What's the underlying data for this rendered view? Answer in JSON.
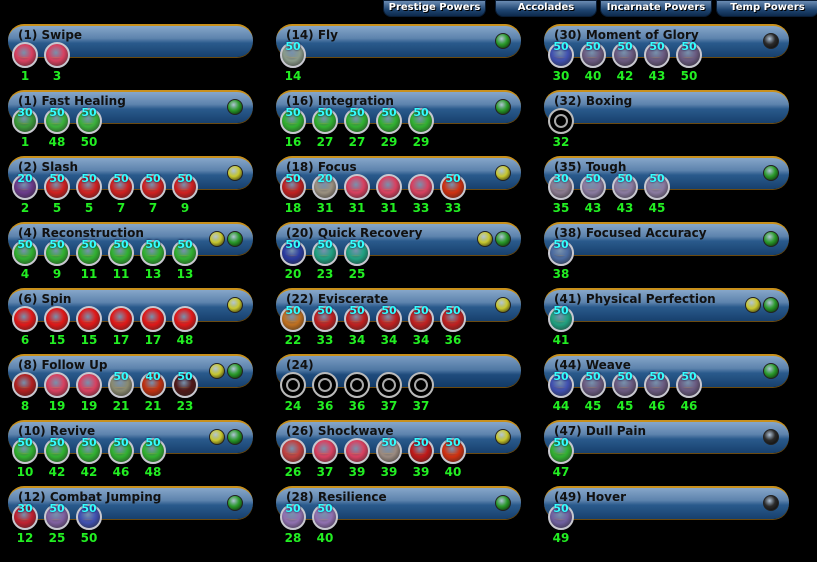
{
  "tabs": [
    "Prestige Powers",
    "Accolades",
    "Incarnate Powers",
    "Temp Powers"
  ],
  "dot_colors": {
    "yellow": "#c8c830",
    "green": "#2a9a2a",
    "black": "#2a2a2a"
  },
  "columns": [
    {
      "powers": [
        {
          "title": "(1) Swipe",
          "dots": [],
          "enh": [
            {
              "slot": "1",
              "color": "#d84060"
            },
            {
              "slot": "3",
              "color": "#d84060"
            }
          ]
        },
        {
          "title": "(1) Fast Healing",
          "dots": [
            "green"
          ],
          "enh": [
            {
              "lvl": "30",
              "slot": "1",
              "color": "#3a9a3a"
            },
            {
              "lvl": "50",
              "slot": "48",
              "color": "#3ab03a"
            },
            {
              "lvl": "50",
              "slot": "50",
              "color": "#3ab03a"
            }
          ]
        },
        {
          "title": "(2) Slash",
          "dots": [
            "yellow"
          ],
          "enh": [
            {
              "lvl": "20",
              "slot": "2",
              "color": "#6a3a8a"
            },
            {
              "lvl": "50",
              "slot": "5",
              "color": "#d02020"
            },
            {
              "lvl": "50",
              "slot": "5",
              "color": "#d02020"
            },
            {
              "lvl": "50",
              "slot": "7",
              "color": "#d02020"
            },
            {
              "lvl": "50",
              "slot": "7",
              "color": "#d02020"
            },
            {
              "lvl": "50",
              "slot": "9",
              "color": "#d02020"
            }
          ]
        },
        {
          "title": "(4) Reconstruction",
          "dots": [
            "yellow",
            "green"
          ],
          "enh": [
            {
              "lvl": "50",
              "slot": "4",
              "color": "#30b030"
            },
            {
              "lvl": "50",
              "slot": "9",
              "color": "#30b030"
            },
            {
              "lvl": "50",
              "slot": "11",
              "color": "#30b030"
            },
            {
              "lvl": "50",
              "slot": "11",
              "color": "#30b030"
            },
            {
              "lvl": "50",
              "slot": "13",
              "color": "#30b030"
            },
            {
              "lvl": "50",
              "slot": "13",
              "color": "#30b030"
            }
          ]
        },
        {
          "title": "(6) Spin",
          "dots": [
            "yellow"
          ],
          "enh": [
            {
              "slot": "6",
              "color": "#e01818"
            },
            {
              "slot": "15",
              "color": "#e01818"
            },
            {
              "slot": "15",
              "color": "#e01818"
            },
            {
              "slot": "17",
              "color": "#e01818"
            },
            {
              "slot": "17",
              "color": "#e01818"
            },
            {
              "slot": "48",
              "color": "#e01818"
            }
          ]
        },
        {
          "title": "(8) Follow Up",
          "dots": [
            "yellow",
            "green"
          ],
          "enh": [
            {
              "slot": "8",
              "color": "#b02020"
            },
            {
              "slot": "19",
              "color": "#d84060"
            },
            {
              "slot": "19",
              "color": "#d84060"
            },
            {
              "lvl": "50",
              "slot": "21",
              "color": "#8a8a70"
            },
            {
              "lvl": "40",
              "slot": "21",
              "color": "#c03010"
            },
            {
              "lvl": "50",
              "slot": "23",
              "color": "#501818"
            }
          ]
        },
        {
          "title": "(10) Revive",
          "dots": [
            "yellow",
            "green"
          ],
          "enh": [
            {
              "lvl": "50",
              "slot": "10",
              "color": "#30b030"
            },
            {
              "lvl": "50",
              "slot": "42",
              "color": "#30b030"
            },
            {
              "lvl": "50",
              "slot": "42",
              "color": "#30b030"
            },
            {
              "lvl": "50",
              "slot": "46",
              "color": "#30b030"
            },
            {
              "lvl": "50",
              "slot": "48",
              "color": "#30b030"
            }
          ]
        },
        {
          "title": "(12) Combat Jumping",
          "dots": [
            "green"
          ],
          "enh": [
            {
              "lvl": "30",
              "slot": "12",
              "color": "#c02030"
            },
            {
              "lvl": "50",
              "slot": "25",
              "color": "#8060a0"
            },
            {
              "lvl": "50",
              "slot": "50",
              "color": "#4050b0"
            }
          ]
        }
      ]
    },
    {
      "powers": [
        {
          "title": "(14) Fly",
          "dots": [
            "green"
          ],
          "enh": [
            {
              "lvl": "50",
              "slot": "14",
              "color": "#8a9a8a"
            }
          ]
        },
        {
          "title": "(16) Integration",
          "dots": [
            "green"
          ],
          "enh": [
            {
              "lvl": "50",
              "slot": "16",
              "color": "#30b030"
            },
            {
              "lvl": "50",
              "slot": "27",
              "color": "#30b030"
            },
            {
              "lvl": "50",
              "slot": "27",
              "color": "#30b030"
            },
            {
              "lvl": "50",
              "slot": "29",
              "color": "#30b030"
            },
            {
              "lvl": "50",
              "slot": "29",
              "color": "#30b030"
            }
          ]
        },
        {
          "title": "(18) Focus",
          "dots": [
            "yellow"
          ],
          "enh": [
            {
              "lvl": "50",
              "slot": "18",
              "color": "#c02020"
            },
            {
              "lvl": "20",
              "slot": "31",
              "color": "#9a9080"
            },
            {
              "slot": "31",
              "color": "#d84060"
            },
            {
              "slot": "31",
              "color": "#d84060"
            },
            {
              "slot": "33",
              "color": "#d84060"
            },
            {
              "lvl": "50",
              "slot": "33",
              "color": "#d03010"
            }
          ]
        },
        {
          "title": "(20) Quick Recovery",
          "dots": [
            "yellow",
            "green"
          ],
          "enh": [
            {
              "lvl": "50",
              "slot": "20",
              "color": "#2a3aa0"
            },
            {
              "lvl": "50",
              "slot": "23",
              "color": "#20a080"
            },
            {
              "lvl": "50",
              "slot": "25",
              "color": "#20a080"
            }
          ]
        },
        {
          "title": "(22) Eviscerate",
          "dots": [
            "yellow"
          ],
          "enh": [
            {
              "lvl": "50",
              "slot": "22",
              "color": "#c07020"
            },
            {
              "lvl": "50",
              "slot": "33",
              "color": "#c02020"
            },
            {
              "lvl": "50",
              "slot": "34",
              "color": "#c02020"
            },
            {
              "lvl": "50",
              "slot": "34",
              "color": "#c02020"
            },
            {
              "lvl": "50",
              "slot": "34",
              "color": "#c02020"
            },
            {
              "lvl": "50",
              "slot": "36",
              "color": "#c02020"
            }
          ]
        },
        {
          "title": "(24)",
          "dots": [],
          "empty": true,
          "enh": [
            {
              "slot": "24",
              "empty": true
            },
            {
              "slot": "36",
              "empty": true
            },
            {
              "slot": "36",
              "empty": true
            },
            {
              "slot": "37",
              "empty": true
            },
            {
              "slot": "37",
              "empty": true
            }
          ]
        },
        {
          "title": "(26) Shockwave",
          "dots": [
            "yellow"
          ],
          "enh": [
            {
              "slot": "26",
              "color": "#c04040"
            },
            {
              "slot": "37",
              "color": "#d84060"
            },
            {
              "slot": "39",
              "color": "#d84060"
            },
            {
              "lvl": "50",
              "slot": "39",
              "color": "#9a8a80"
            },
            {
              "lvl": "50",
              "slot": "39",
              "color": "#c01818"
            },
            {
              "lvl": "50",
              "slot": "40",
              "color": "#d03010"
            }
          ]
        },
        {
          "title": "(28) Resilience",
          "dots": [
            "green"
          ],
          "enh": [
            {
              "lvl": "50",
              "slot": "28",
              "color": "#9070b0"
            },
            {
              "lvl": "50",
              "slot": "40",
              "color": "#9070b0"
            }
          ]
        }
      ]
    },
    {
      "powers": [
        {
          "title": "(30) Moment of Glory",
          "dots": [
            "black"
          ],
          "enh": [
            {
              "lvl": "50",
              "slot": "30",
              "color": "#4050b0"
            },
            {
              "lvl": "50",
              "slot": "40",
              "color": "#6a5a80"
            },
            {
              "lvl": "50",
              "slot": "42",
              "color": "#6a5a80"
            },
            {
              "lvl": "50",
              "slot": "43",
              "color": "#6a5a80"
            },
            {
              "lvl": "50",
              "slot": "50",
              "color": "#6a5a80"
            }
          ]
        },
        {
          "title": "(32) Boxing",
          "dots": [],
          "enh": [
            {
              "slot": "32",
              "empty": true
            }
          ]
        },
        {
          "title": "(35) Tough",
          "dots": [
            "green"
          ],
          "enh": [
            {
              "lvl": "30",
              "slot": "35",
              "color": "#8a7a90"
            },
            {
              "lvl": "50",
              "slot": "43",
              "color": "#8a7aa0"
            },
            {
              "lvl": "50",
              "slot": "43",
              "color": "#8a7aa0"
            },
            {
              "lvl": "50",
              "slot": "45",
              "color": "#8a7aa0"
            }
          ]
        },
        {
          "title": "(38) Focused Accuracy",
          "dots": [
            "green"
          ],
          "enh": [
            {
              "lvl": "50",
              "slot": "38",
              "color": "#4a6aa0"
            }
          ]
        },
        {
          "title": "(41) Physical Perfection",
          "dots": [
            "yellow",
            "green"
          ],
          "enh": [
            {
              "lvl": "50",
              "slot": "41",
              "color": "#20a080"
            }
          ]
        },
        {
          "title": "(44) Weave",
          "dots": [
            "green"
          ],
          "enh": [
            {
              "lvl": "50",
              "slot": "44",
              "color": "#4050b0"
            },
            {
              "lvl": "50",
              "slot": "45",
              "color": "#6a5a80"
            },
            {
              "lvl": "50",
              "slot": "45",
              "color": "#6a5a80"
            },
            {
              "lvl": "50",
              "slot": "46",
              "color": "#6a5a80"
            },
            {
              "lvl": "50",
              "slot": "46",
              "color": "#6a5a80"
            }
          ]
        },
        {
          "title": "(47) Dull Pain",
          "dots": [
            "black"
          ],
          "enh": [
            {
              "lvl": "50",
              "slot": "47",
              "color": "#30b030"
            }
          ]
        },
        {
          "title": "(49) Hover",
          "dots": [
            "black"
          ],
          "enh": [
            {
              "lvl": "50",
              "slot": "49",
              "color": "#7060a0"
            }
          ]
        }
      ]
    }
  ]
}
